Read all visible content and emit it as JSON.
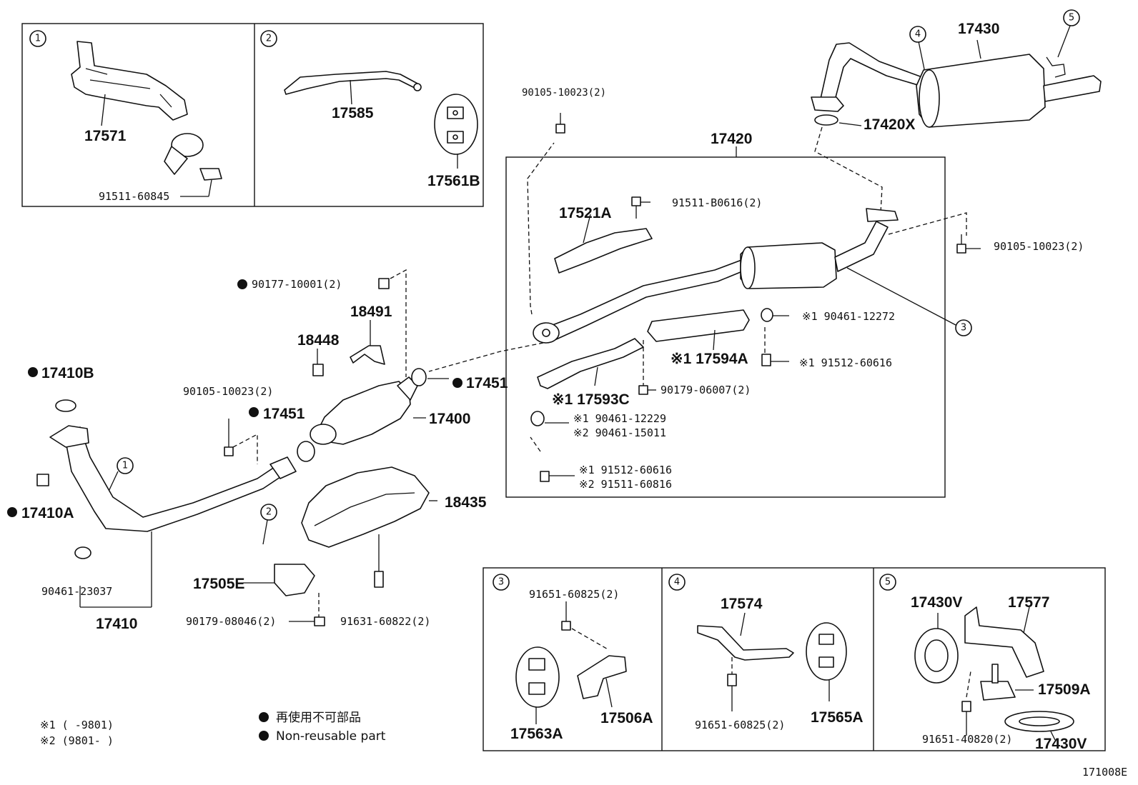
{
  "figure_code": "171008E",
  "legend": {
    "note1": "※1 (      -9801)",
    "note2": "※2 (9801-      )",
    "dot_jp": "再使用不可部品",
    "dot_en": "Non-reusable part"
  },
  "callouts": [
    "1",
    "2",
    "3",
    "4",
    "5"
  ],
  "parts": {
    "p17571": "17571",
    "p91511_60845": "91511-60845",
    "p17585": "17585",
    "p17561B": "17561B",
    "p90105_10023_2_top": "90105-10023(2)",
    "p17420": "17420",
    "p17430": "17430",
    "p17420X": "17420X",
    "p17521A": "17521A",
    "p91511_B0616_2": "91511-B0616(2)",
    "p90105_10023_2_right": "90105-10023(2)",
    "p90177_10001_2": "90177-10001(2)",
    "p18491": "18491",
    "p18448": "18448",
    "p17451_right": "17451",
    "p90461_12272": "※1 90461-12272",
    "p17594A": "※1 17594A",
    "p91512_60616_a": "※1 91512-60616",
    "p17593C": "※1 17593C",
    "p90179_06007_2": "90179-06007(2)",
    "p90461_12229": "※1 90461-12229",
    "p90461_15011": "※2 90461-15011",
    "p91512_60616_b": "※1 91512-60616",
    "p91511_60816": "※2 91511-60816",
    "p17410B": "17410B",
    "p90105_10023_2_left": "90105-10023(2)",
    "p17451_left": "17451",
    "p17400": "17400",
    "p18435": "18435",
    "p17410A": "17410A",
    "p17505E": "17505E",
    "p90461_23037": "90461-23037",
    "p17410": "17410",
    "p90179_08046_2": "90179-08046(2)",
    "p91631_60822_2": "91631-60822(2)",
    "p91651_60825_2_a": "91651-60825(2)",
    "p17563A": "17563A",
    "p17506A": "17506A",
    "p17574": "17574",
    "p91651_60825_2_b": "91651-60825(2)",
    "p17565A": "17565A",
    "p17430V_top": "17430V",
    "p17577": "17577",
    "p17509A": "17509A",
    "p91651_40820_2": "91651-40820(2)",
    "p17430V_bottom": "17430V"
  }
}
